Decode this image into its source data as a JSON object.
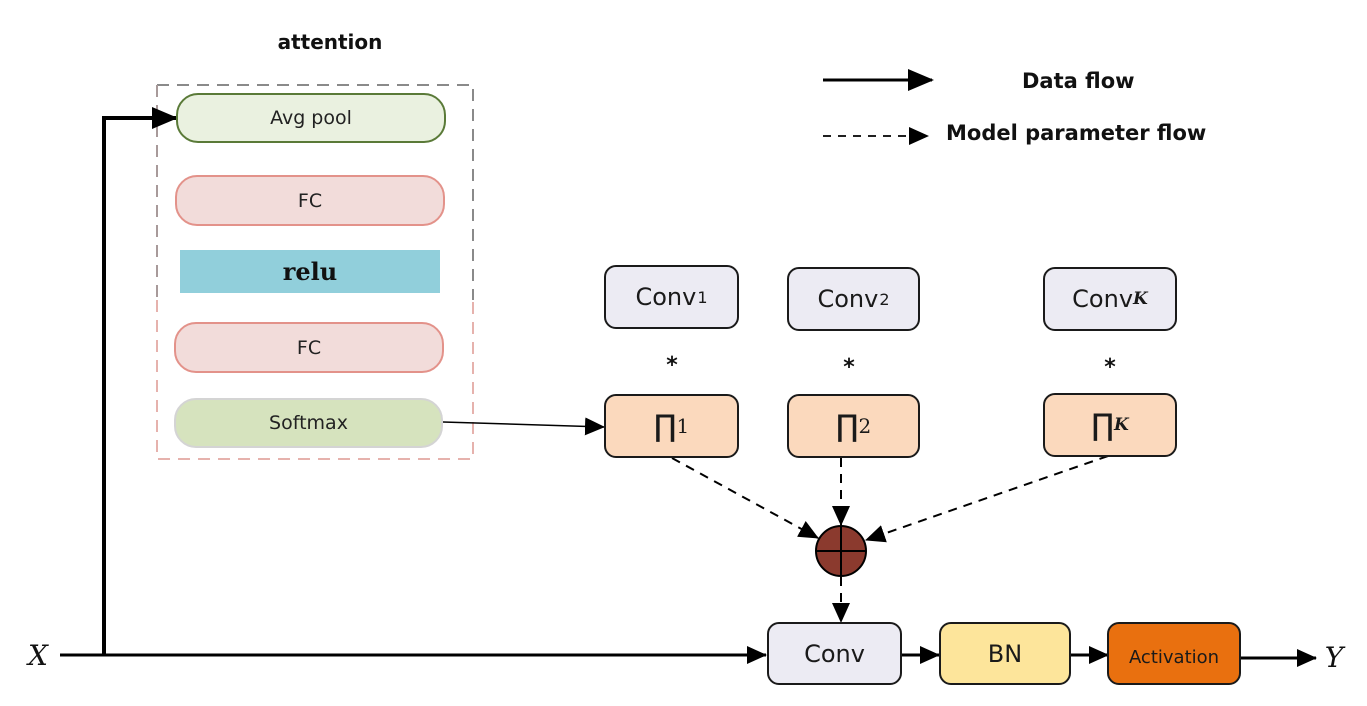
{
  "attention": {
    "title": "attention",
    "blocks": [
      "Avg pool",
      "FC",
      "relu",
      "FC",
      "Softmax"
    ]
  },
  "legend": {
    "solid_label": "Data flow",
    "dashed_label": "Model parameter flow"
  },
  "kernels": [
    {
      "name": "Conv",
      "sub": "1",
      "pi": "∏",
      "pi_sub": "1",
      "op": "*"
    },
    {
      "name": "Conv",
      "sub": "2",
      "pi": "∏",
      "pi_sub": "2",
      "op": "*"
    },
    {
      "name": "Conv",
      "sub": "K",
      "pi": "∏",
      "pi_sub": "K",
      "op": "*"
    }
  ],
  "pipeline": {
    "input": "X",
    "conv": "Conv",
    "bn": "BN",
    "activation": "Activation",
    "output": "Y"
  },
  "colors": {
    "sum_node": "#8b3a2e",
    "activation": "#e9700f",
    "bn": "#fde59b",
    "pi": "#fbd9bd",
    "conv": "#ecebf3"
  }
}
